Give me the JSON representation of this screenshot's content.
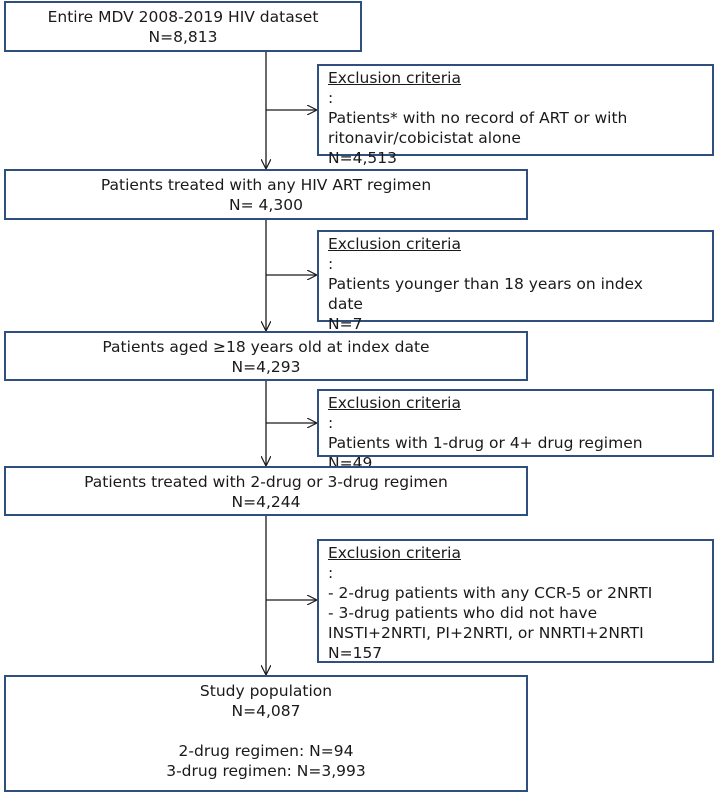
{
  "boxes": [
    {
      "title": "Entire MDV 2008-2019 HIV dataset",
      "count": "N=8,813"
    },
    {
      "title": "Patients treated with any HIV ART regimen",
      "count": "N= 4,300"
    },
    {
      "title": "Patients aged ≥18 years old at index date",
      "count": "N=4,293"
    },
    {
      "title": "Patients treated with 2-drug or 3-drug regimen",
      "count": "N=4,244"
    },
    {
      "title": "Study population",
      "count": "N=4,087",
      "detail1": "2-drug regimen: N=94",
      "detail2": "3-drug regimen: N=3,993"
    }
  ],
  "exclusions": [
    {
      "heading": "Exclusion criteria",
      "lines": [
        "Patients* with no record of ART or with",
        "ritonavir/cobicistat alone"
      ],
      "count": "N=4,513"
    },
    {
      "heading": "Exclusion criteria",
      "lines": [
        "Patients younger than 18 years on index",
        "date"
      ],
      "count": "N=7"
    },
    {
      "heading": "Exclusion criteria",
      "lines": [
        "Patients with 1-drug or 4+ drug regimen"
      ],
      "count": "N=49"
    },
    {
      "heading": "Exclusion criteria",
      "lines": [
        "- 2-drug patients with any CCR-5 or 2NRTI",
        "- 3-drug patients who did not have",
        "INSTI+2NRTI, PI+2NRTI, or NNRTI+2NRTI"
      ],
      "count": "N=157"
    }
  ]
}
